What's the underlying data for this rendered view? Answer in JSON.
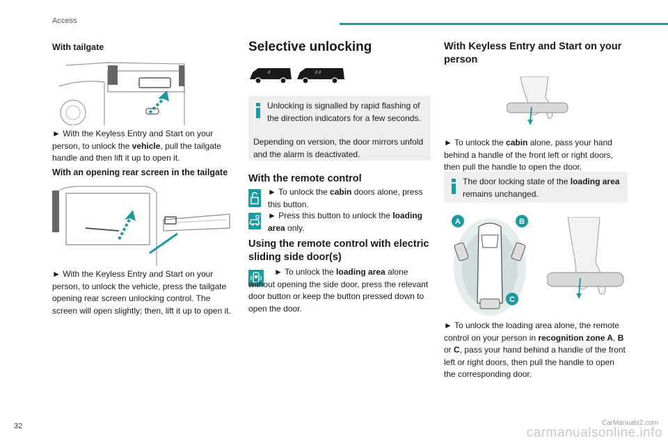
{
  "header": {
    "section": "Access"
  },
  "page_number": "32",
  "left": {
    "h1": "With tailgate",
    "p1_a": "► With the Keyless Entry and Start on your person, to unlock the ",
    "p1_b": "vehicle",
    "p1_c": ", pull the tailgate handle and then lift it up to open it.",
    "h2": "With an opening rear screen in the tailgate",
    "p2": "► With the Keyless Entry and Start on your person, to unlock the vehicle, press the tailgate opening rear screen unlocking control. The screen will open slightly; then, lift it up to open it."
  },
  "middle": {
    "title": "Selective unlocking",
    "note1": "Unlocking is signalled by rapid flashing of the direction indicators for a few seconds.",
    "note2": "Depending on version, the door mirrors unfold and the alarm is deactivated.",
    "h_remote": "With the remote control",
    "r1_a": "► To unlock the ",
    "r1_b": "cabin",
    "r1_c": " doors alone, press this button.",
    "r2_a": "► Press this button to unlock the ",
    "r2_b": "loading area",
    "r2_c": " only.",
    "h_sliding": "Using the remote control with electric sliding side door(s)",
    "s1_a": "► To unlock the ",
    "s1_b": "loading area",
    "s1_c": " alone without opening the side door, press the relevant door button or keep the button pressed down to open the door."
  },
  "right": {
    "title": "With Keyless Entry and Start on your person",
    "p1_a": "► To unlock the ",
    "p1_b": "cabin",
    "p1_c": " alone, pass your hand behind a handle of the front left or right doors, then pull the handle to open the door.",
    "note_a": "The door locking state of the ",
    "note_b": "loading area",
    "note_c": " remains unchanged.",
    "zone_a": "A",
    "zone_b": "B",
    "zone_c": "C",
    "p2_a": "► To unlock the loading area alone, the remote control on your person in ",
    "p2_b": "recognition zone A",
    "p2_c": ", ",
    "p2_d": "B",
    "p2_e": " or ",
    "p2_f": "C",
    "p2_g": ", pass your hand behind a handle of the front left or right doors, then pull the handle to open the corresponding door."
  },
  "watermark": {
    "main": "carmanualsonline.info",
    "small": "CarManuals2.com"
  },
  "colors": {
    "accent": "#1e9a9e",
    "note_bg": "#eeeeee",
    "text": "#1a1a1a"
  }
}
